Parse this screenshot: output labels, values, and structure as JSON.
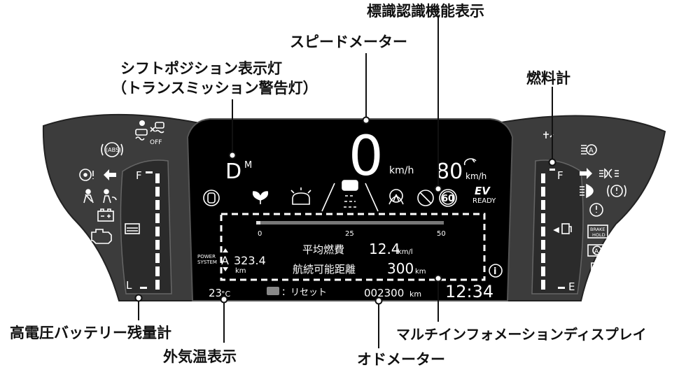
{
  "callouts": {
    "sign_recognition": "標識認識機能表示",
    "speedometer": "スピードメーター",
    "shift_position_line1": "シフトポジション表示灯",
    "shift_position_line2": "（トランスミッション警告灯）",
    "fuel_gauge": "燃料計",
    "hv_battery_gauge": "高電圧バッテリー残量計",
    "outside_temp": "外気温表示",
    "odometer": "オドメーター",
    "multi_info_display": "マルチインフォメーションディスプレイ"
  },
  "display": {
    "speed": "0",
    "speed_unit": "km/h",
    "speed_limit_sign": "60",
    "cruise_speed": "80",
    "cruise_unit": "km/h",
    "shift_position": "D",
    "shift_mode": "M",
    "ev_badge": "EV",
    "ready": "READY",
    "scale": [
      "0",
      "25",
      "50"
    ],
    "power_system": "POWER SYSTEM",
    "range_value": "323.4",
    "range_unit": "km",
    "avg_fuel_label": "平均燃費",
    "avg_fuel_value": "12.4",
    "avg_fuel_unit": "km/l",
    "cruising_range_label": "航続可能距離",
    "cruising_range_value": "300",
    "cruising_range_unit": "km",
    "info_icon": "i",
    "temperature": "23",
    "temperature_unit": "°C",
    "reset_label": "：リセット",
    "odometer_value": "002300",
    "odometer_unit": "km",
    "clock": "12:34"
  },
  "left_gauge": {
    "full_label": "F",
    "low_label": "L",
    "level": 0.9
  },
  "right_gauge": {
    "full_label": "F",
    "empty_label": "E",
    "level": 0.9
  },
  "indicators": {
    "abs": "(ABS)",
    "off": "OFF",
    "brake_hold_line1": "BRAKE",
    "brake_hold_line2": "HOLD",
    "auto_hold": "A"
  },
  "icons": {
    "left_cluster": [
      "traction-control-off-icon",
      "abs-icon",
      "power-steering-warning-icon",
      "left-turn-signal-icon",
      "seatbelt-icon",
      "airbag-icon",
      "charging-system-icon",
      "check-engine-icon",
      "battery-icon"
    ],
    "right_cluster": [
      "auto-high-beam-icon",
      "right-turn-signal-icon",
      "fog-light-icon",
      "high-beam-icon",
      "brake-warning-icon",
      "tire-pressure-icon",
      "fuel-door-icon",
      "brake-hold-icon",
      "auto-hold-icon",
      "fuel-pump-icon"
    ],
    "display_row": [
      "door-open-icon",
      "eco-icon",
      "rear-cross-traffic-icon",
      "lane-keep-icon",
      "road-departure-icon",
      "no-overtaking-icon",
      "speed-limit-icon"
    ]
  },
  "colors": {
    "panel": "#3a3a3a",
    "screen": "#000000",
    "text_on_dark": "#ffffff",
    "dashed_box": "#ffffff"
  }
}
